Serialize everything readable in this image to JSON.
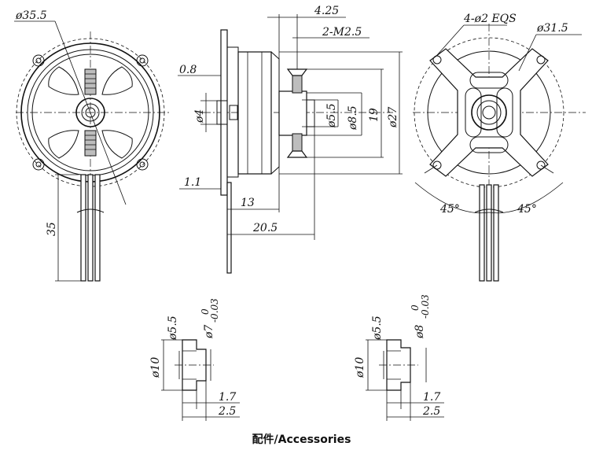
{
  "front_view": {
    "outer_diameter": "ø35.5",
    "lead_length": "35"
  },
  "side_view": {
    "dim_top": "4.25",
    "thread": "2-M2.5",
    "plate": "0.8",
    "shaft": "ø4",
    "flange": "1.1",
    "len_13": "13",
    "len_total": "20.5",
    "inner_5_5": "ø5.5",
    "inner_8_5": "ø8.5",
    "dim_19": "19",
    "body_dia": "ø27"
  },
  "rear_view": {
    "holes": "4-ø2 EQS",
    "pcd": "ø31.5",
    "angle_left": "45°",
    "angle_right": "45°"
  },
  "accessory_1": {
    "inner": "ø5.5",
    "outer_tol": "ø7",
    "tol_upper": "0",
    "tol_lower": "-0.03",
    "flange": "ø10",
    "w1": "1.7",
    "w2": "2.5"
  },
  "accessory_2": {
    "inner": "ø5.5",
    "outer_tol": "ø8",
    "tol_upper": "0",
    "tol_lower": "-0.03",
    "flange": "ø10",
    "w1": "1.7",
    "w2": "2.5"
  },
  "caption": "配件/Accessories"
}
